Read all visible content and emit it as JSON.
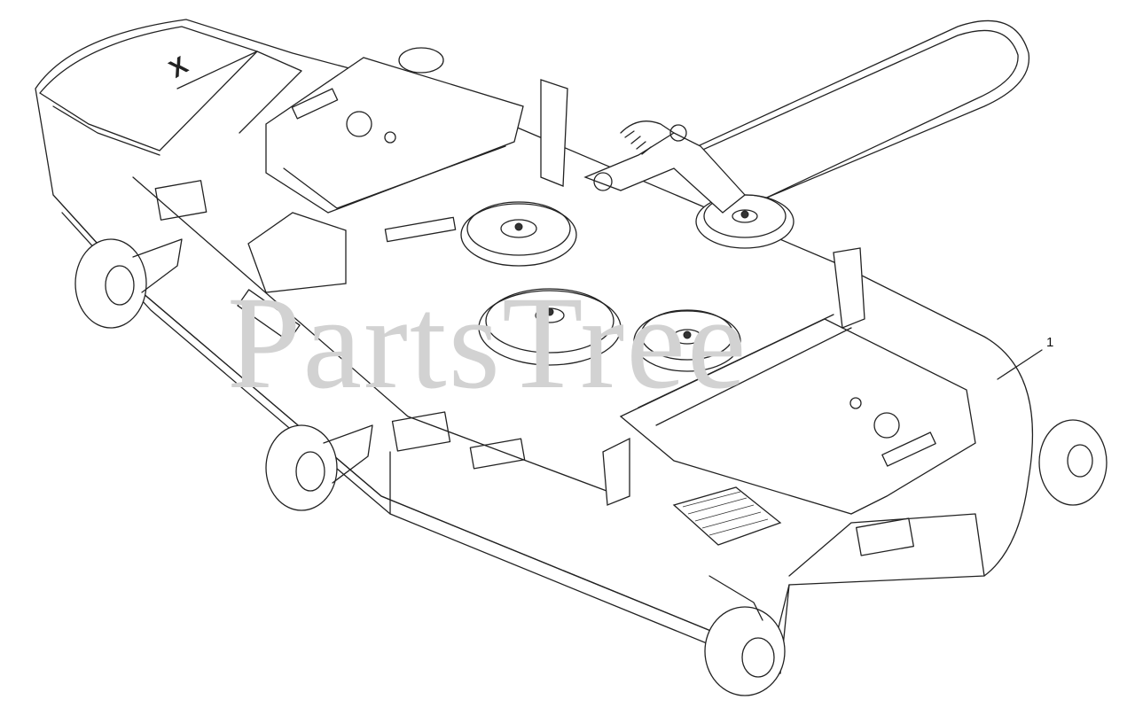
{
  "watermark": {
    "text": "PartsTree"
  },
  "callouts": [
    {
      "label": "1"
    }
  ],
  "decal": {
    "brand_text": "X"
  },
  "colors": {
    "line": "#222222",
    "watermark": "#d2d2d2",
    "background": "#ffffff"
  }
}
